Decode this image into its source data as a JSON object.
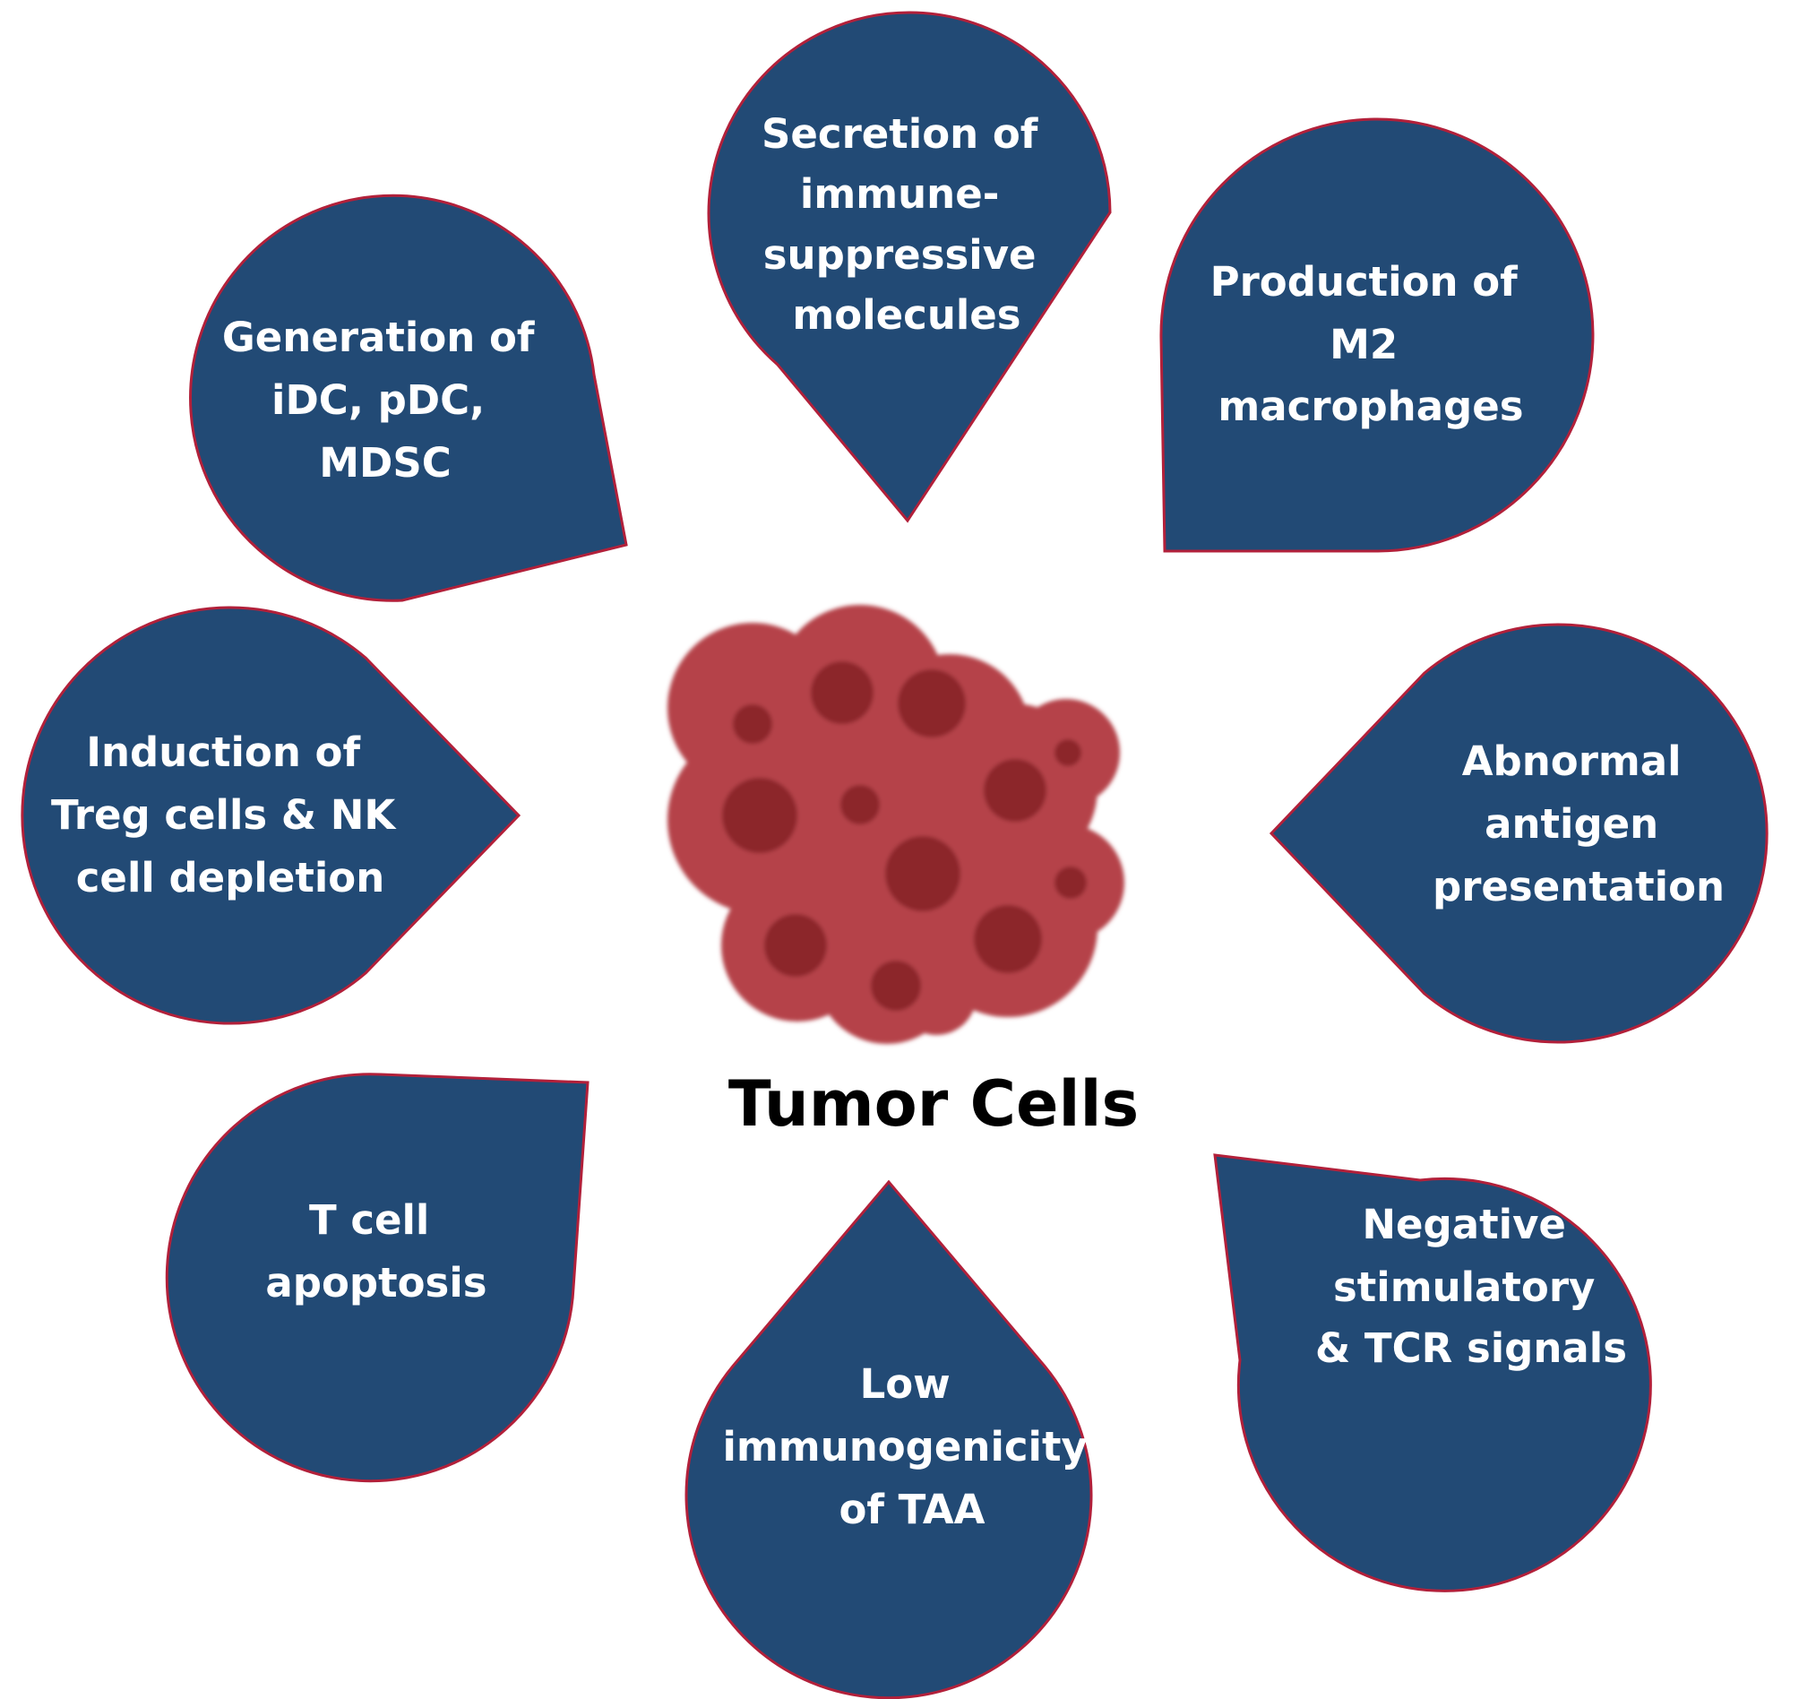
{
  "center": {
    "label": "Tumor Cells"
  },
  "mechanisms": [
    {
      "id": "secretion",
      "lines": [
        "Secretion of",
        "immune-",
        "suppressive",
        "molecules"
      ]
    },
    {
      "id": "m2",
      "lines": [
        "Production of",
        "M2",
        "macrophages"
      ]
    },
    {
      "id": "antigen",
      "lines": [
        "Abnormal",
        "antigen",
        "presentation"
      ]
    },
    {
      "id": "negative",
      "lines": [
        "Negative",
        "stimulatory",
        "& TCR signals"
      ]
    },
    {
      "id": "taa",
      "lines": [
        "Low",
        "immunogenicity",
        "of TAA"
      ]
    },
    {
      "id": "apoptosis",
      "lines": [
        "T cell",
        "apoptosis"
      ]
    },
    {
      "id": "treg",
      "lines": [
        "Induction of",
        "Treg cells & NK",
        "cell depletion"
      ]
    },
    {
      "id": "dc",
      "lines": [
        "Generation of",
        "iDC, pDC,",
        "MDSC"
      ]
    }
  ],
  "colors": {
    "petal_fill": "#224A75",
    "petal_stroke": "#B2203A",
    "tumor_cell": "#B5434A",
    "tumor_nucleus": "#8C252C"
  },
  "icons": {
    "tumor": "tumor-cells-cluster-icon"
  }
}
